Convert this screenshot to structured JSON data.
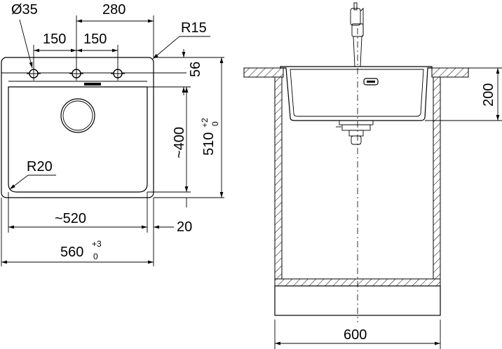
{
  "drawing": {
    "plan_view": {
      "tap_hole_diameter": "Ø35",
      "tap_hole_span": "280",
      "tap_hole_spacing_left": "150",
      "tap_hole_spacing_right": "150",
      "corner_radius_outer": "R15",
      "tap_ledge_depth": "56",
      "bowl_depth": "~400",
      "overall_depth": "510",
      "overall_depth_tolerance_upper": "+2",
      "overall_depth_tolerance_lower": "0",
      "bowl_corner_radius": "R20",
      "bowl_width": "~520",
      "rim_offset": "20",
      "overall_width": "560",
      "overall_width_tolerance_upper": "+3",
      "overall_width_tolerance_lower": "0"
    },
    "section_view": {
      "sink_height": "200",
      "cabinet_width": "600"
    }
  }
}
